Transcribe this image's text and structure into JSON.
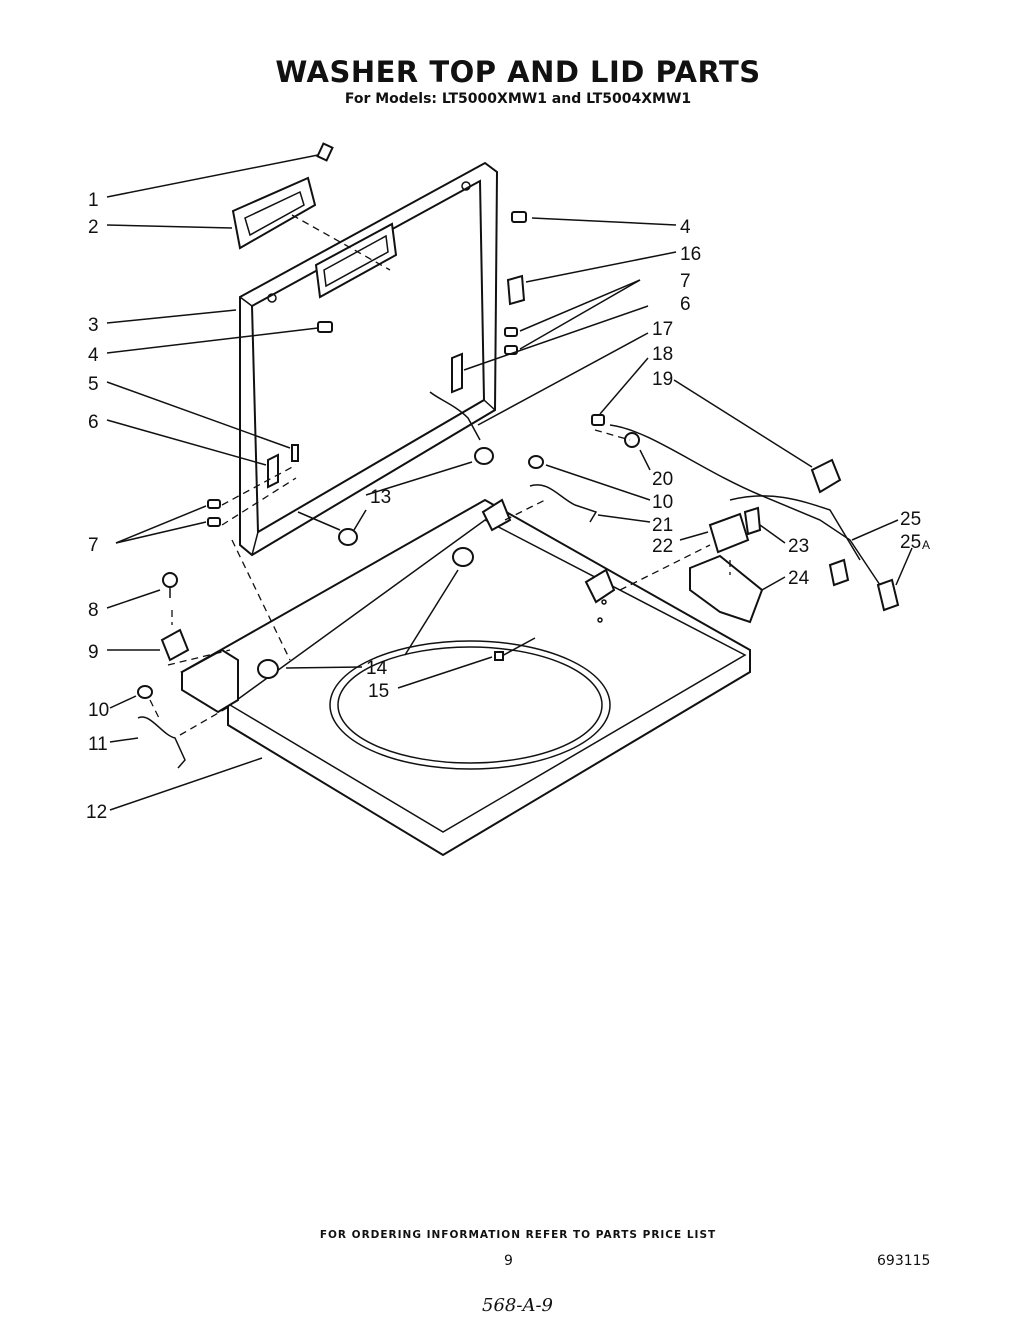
{
  "title": "WASHER TOP AND LID PARTS",
  "subtitle": "For Models: LT5000XMW1 and LT5004XMW1",
  "footer_note": "FOR ORDERING INFORMATION REFER TO PARTS PRICE LIST",
  "page_number": "9",
  "document_number": "693115",
  "handwritten_note": "568-A-9",
  "callouts": {
    "c1": "1",
    "c2": "2",
    "c3": "3",
    "c4a": "4",
    "c4b": "4",
    "c5": "5",
    "c6a": "6",
    "c6b": "6",
    "c7a": "7",
    "c7b": "7",
    "c8": "8",
    "c9": "9",
    "c10a": "10",
    "c10b": "10",
    "c11": "11",
    "c12": "12",
    "c13": "13",
    "c14": "14",
    "c15": "15",
    "c16": "16",
    "c17": "17",
    "c18": "18",
    "c19": "19",
    "c20": "20",
    "c21": "21",
    "c22": "22",
    "c23": "23",
    "c24": "24",
    "c25": "25",
    "c25a": "25",
    "c25a_suffix": "A"
  }
}
